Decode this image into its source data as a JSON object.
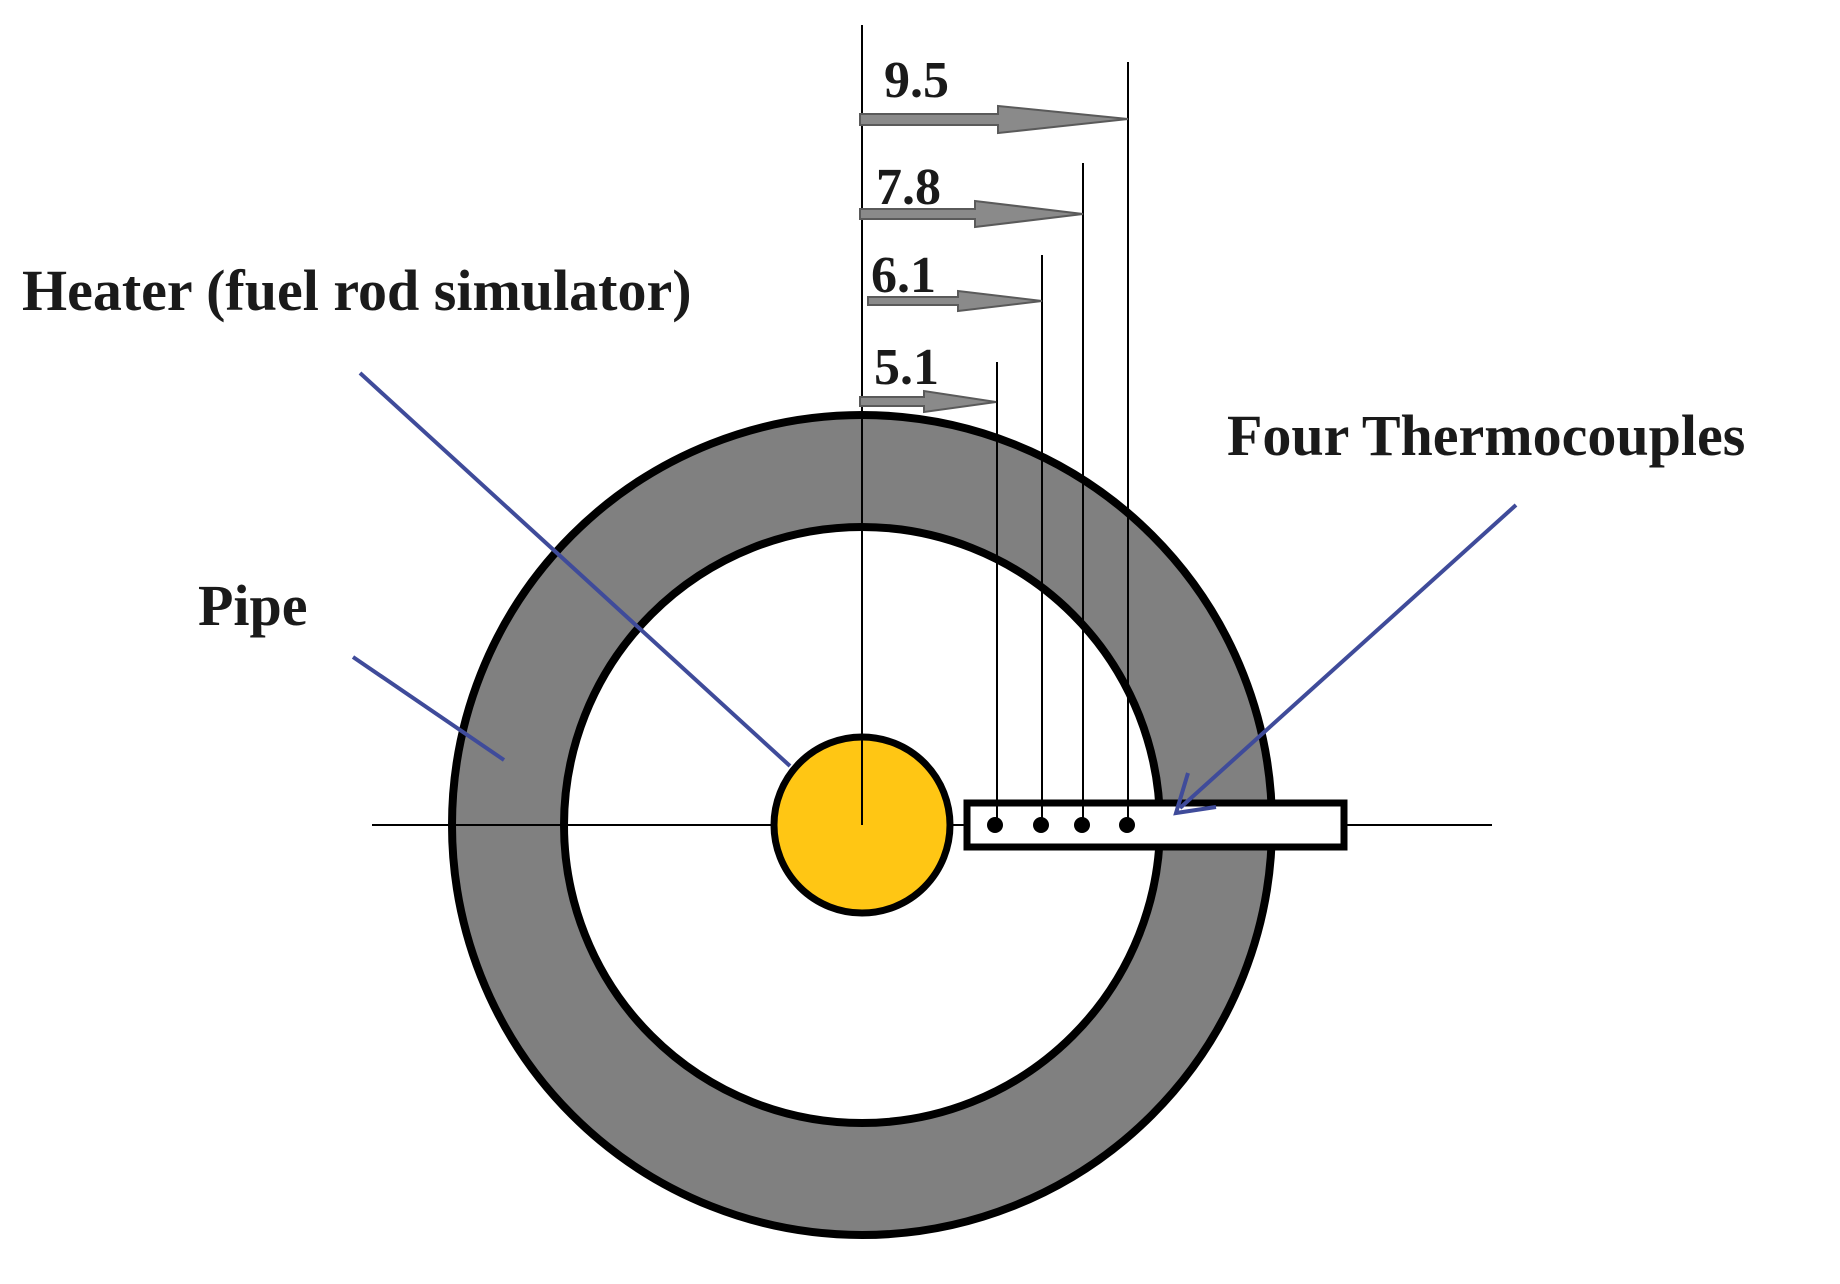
{
  "labels": {
    "heater": "Heater (fuel rod simulator)",
    "pipe": "Pipe",
    "thermocouples": "Four Thermocouples"
  },
  "dimensions": [
    {
      "id": "r95",
      "label": "9.5"
    },
    {
      "id": "r78",
      "label": "7.8"
    },
    {
      "id": "r61",
      "label": "6.1"
    },
    {
      "id": "r51",
      "label": "5.1"
    }
  ],
  "colors": {
    "pipe_fill": "#808080",
    "heater_fill": "#ffc614",
    "leader_line": "#3f4b9a",
    "dimension_arrow": "#8a8a8a",
    "outline": "#000000"
  }
}
